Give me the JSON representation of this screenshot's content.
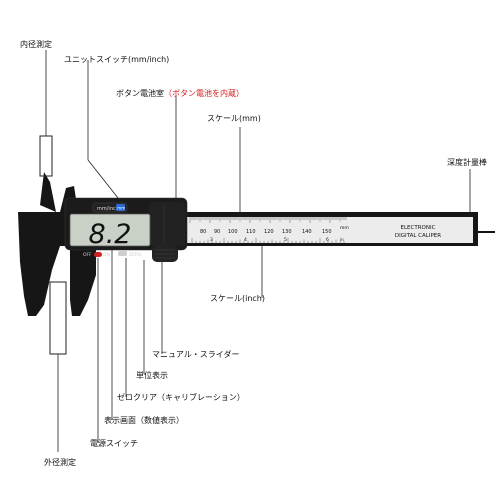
{
  "labels": {
    "inner_jaw": "内径測定",
    "unit_switch": "ユニットスイッチ(mm/inch)",
    "battery_room": "ボタン電池室",
    "battery_note": "（ボタン電池を内蔵）",
    "scale_mm": "スケール(mm)",
    "depth_rod": "深度計量棒",
    "scale_inch": "スケール(inch)",
    "manual_slider": "マニュアル・スライダー",
    "unit_display": "単位表示",
    "zero_clear": "ゼロクリア（キャリブレーション）",
    "display_screen": "表示画面（数値表示）",
    "power_switch": "電源スイッチ",
    "outer_jaw": "外径測定"
  },
  "device": {
    "reading": "8.2",
    "unit_button": "mm/inch",
    "unit_badge": "mm",
    "off_label": "OFF",
    "on_label": "ON",
    "zero_label": "ZERO",
    "brand_line1": "ELECTRONIC",
    "brand_line2": "DIGITAL CALIPER",
    "mm_ticks": [
      "80",
      "90",
      "100",
      "110",
      "120",
      "130",
      "140",
      "150"
    ],
    "mm_unit": "mm",
    "inch_ticks": [
      "3",
      "4",
      "5",
      "6"
    ],
    "inch_unit": "in"
  },
  "colors": {
    "body": "#161616",
    "scale": "#ececec",
    "lcd": "#c9d0c6",
    "button_blue": "#2c6bd6",
    "power_red": "#d2201c",
    "label_red": "#d2201c"
  }
}
